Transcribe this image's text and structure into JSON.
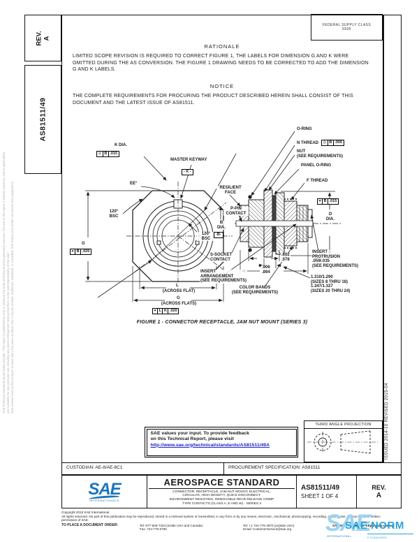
{
  "sidebar": {
    "rev_label": "REV.",
    "rev_value": "A",
    "doc_number": "AS81511/49",
    "disclaimer1": "SAE Technical Standards Board Rules provide: \"This report is published by SAE to advance the state of technical and engineering sciences. The use of this report is entirely voluntary, and its applicability and suitability for any particular use, including any patent infringement arising therefrom, is the sole responsibility of the user.\"",
    "disclaimer2": "SAE reviews each technical report at least every five years at which time it may be revised, reaffirmed, stabilized, or cancelled. SAE invites your written comments and suggestions."
  },
  "header": {
    "fsc_label": "FEDERAL SUPPLY CLASS",
    "fsc_value": "5935"
  },
  "rationale": {
    "title": "RATIONALE",
    "body": "LIMITED SCOPE REVISION IS REQUIRED TO CORRECT FIGURE 1, THE LABELS FOR DIMENSION G AND K WERE OMITTED DURING THE AS CONVERSION. THE FIGURE 1 DRAWING NEEDS TO BE CORRECTED TO ADD THE DIMENSION G AND K LABELS."
  },
  "notice": {
    "title": "NOTICE",
    "body": "THE COMPLETE REQUIREMENTS FOR PROCURING THE PRODUCT DESCRIBED HEREIN SHALL CONSIST OF THIS DOCUMENT AND THE LATEST ISSUE OF AS81511."
  },
  "figure": {
    "caption": "FIGURE 1 - CONNECTOR RECEPTACLE, JAM NUT MOUNT (SERIES 3)",
    "labels": {
      "k_dia": "K DIA.",
      "master_keyway": "MASTER KEYWAY",
      "datum_k": "- K -",
      "ee": "EE°",
      "bsc": "120°\nBSC",
      "g": "G",
      "l": "L",
      "l_sub": "(ACROSS FLAT)",
      "g2": "G",
      "g2_sub": "(ACROSS FLATS)",
      "o_ring": "O-RING",
      "n_thread": "N THREAD",
      "nut": "NUT\n(SEE REQUIREMENTS)",
      "panel_o_ring": "PANEL O-RING",
      "f_thread": "F THREAD",
      "d_dia": "D\nDIA.",
      "resilient": "RESILIENT\nFACE",
      "p_pin": "P-PIN\nCONTACT",
      "b_dia": "B\nDIA.",
      "datum_b": "-B-",
      "s_socket": "S-SOCKET\nCONTACT",
      "insert_arr": "INSERT\nARRANGEMENT\n(SEE REQUIREMENTS)",
      "dim_a": ".602\n.578",
      "dim_b": ".906\n.894",
      "insert_prot": "INSERT\nPROTRUSION\n.059/.035\n(SEE REQUIREMENTS)",
      "sizes": "1.310/1.290\n(SIZES 8 THRU 18)\n1.347/1.327\n(SIZES 20 THRU 24)",
      "color_bands": "COLOR BANDS\n(SEE REQUIREMENTS)"
    },
    "fcf": {
      "k": [
        "◎",
        "B",
        ".015"
      ],
      "g": [
        "⌖",
        "B",
        ".020"
      ],
      "ga": [
        "⌖",
        "L",
        "K",
        ".020"
      ],
      "n": [
        "◎",
        "B",
        ".006"
      ],
      "d": [
        "⌖",
        "B",
        ".015"
      ]
    }
  },
  "margins": {
    "issued_revised": "ISSUED 2014-10        REVISED 2015-04"
  },
  "feedback": {
    "line1": "SAE values your input. To provide feedback",
    "line2": "on this Technical Report, please visit",
    "link": "http://www.sae.org/technical/standards/AS81511/49A"
  },
  "projection": {
    "label": "THIRD ANGLE PROJECTION"
  },
  "title_block": {
    "custodian": "CUSTODIAN: AE-8/AE-8C1",
    "procurement": "PROCUREMENT SPECIFICATION: AS81511",
    "logo_text": "SAE",
    "logo_sub": "INTERNATIONAL®",
    "doc_type": "AEROSPACE STANDARD",
    "subtitle": "CONNECTOR, RECEPTACLE, JAM NUT MOUNT, ELECTRICAL,\nCIRCULAR, HIGH DENSITY, QUICK DISCONNECT,\nENVIRONMENT RESISTING, REMOVABLE REAR RELEASE CRIMP\nTYPE CONTACTS (CLASS A, E AND W) - SERIES 3",
    "number": "AS81511/49",
    "sheet": "SHEET 1 OF 4",
    "rev_label": "REV.",
    "rev_value": "A"
  },
  "footer": {
    "copyright": "Copyright 2015 SAE International",
    "rights": "All rights reserved. No part of this publication may be reproduced, stored in a retrieval system or transmitted, in any form or by any means, electronic, mechanical, photocopying, recording, or otherwise, without the prior written permission of SAE.",
    "order_label": "TO PLACE A DOCUMENT ORDER:",
    "tel1": "Tel: 877-606-7323 (inside USA and Canada)",
    "fax": "Fax: 724-776-0790",
    "tel2": "Tel: +1 724-776-4970 (outside USA)",
    "email": "Email: CustomerService@sae.org",
    "web": "SAE WEB ADDRESS: http://www.sae.org"
  },
  "watermark": {
    "logo": "SAE",
    "text": "SAE NORM",
    "sub": "INTERNATIONAL.",
    "tagline": "E-STANDARDS"
  },
  "colors": {
    "sae_blue": "#1b75bb",
    "watermark_blue": "#2ba3d8",
    "link_blue": "#2323c8"
  }
}
